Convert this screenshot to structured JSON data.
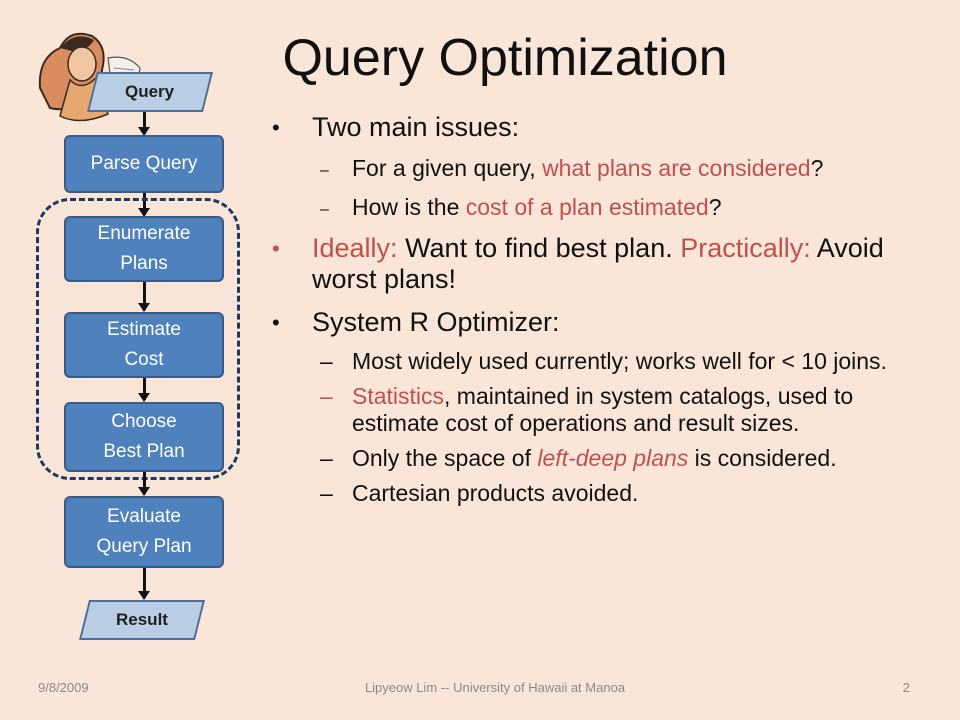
{
  "title": "Query Optimization",
  "flowchart": {
    "query": "Query",
    "parse": "Parse Query",
    "enumerate": [
      "Enumerate",
      "Plans"
    ],
    "estimate": [
      "Estimate",
      "Cost"
    ],
    "choose": [
      "Choose",
      "Best Plan"
    ],
    "evaluate": [
      "Evaluate",
      "Query Plan"
    ],
    "result": "Result"
  },
  "bullets": {
    "issues": "Two main issues:",
    "issue1": [
      "For a given query, ",
      "what plans are considered",
      "?"
    ],
    "issue2": [
      "How is the ",
      "cost of a plan estimated",
      "?"
    ],
    "ideal": [
      "Ideally:",
      " Want to find best plan. ",
      "Practically:",
      " Avoid worst plans!"
    ],
    "systemr": "System R Optimizer:",
    "sr1": "Most widely used currently; works well for < 10 joins.",
    "sr2": [
      "Statistics",
      ", maintained in system catalogs, used to estimate cost of operations and result sizes."
    ],
    "sr3": [
      "Only the space of ",
      "left-deep plans",
      " is considered."
    ],
    "sr4": "Cartesian products avoided."
  },
  "footer": {
    "date": "9/8/2009",
    "author": "Lipyeow Lim -- University of Hawaii at Manoa",
    "page": "2"
  },
  "colors": {
    "accent": "#c0504d",
    "box": "#4f81bd",
    "io": "#b9cde5",
    "background": "#fae6d8"
  },
  "icons": {
    "illustration": "thinking-man-clipart"
  }
}
